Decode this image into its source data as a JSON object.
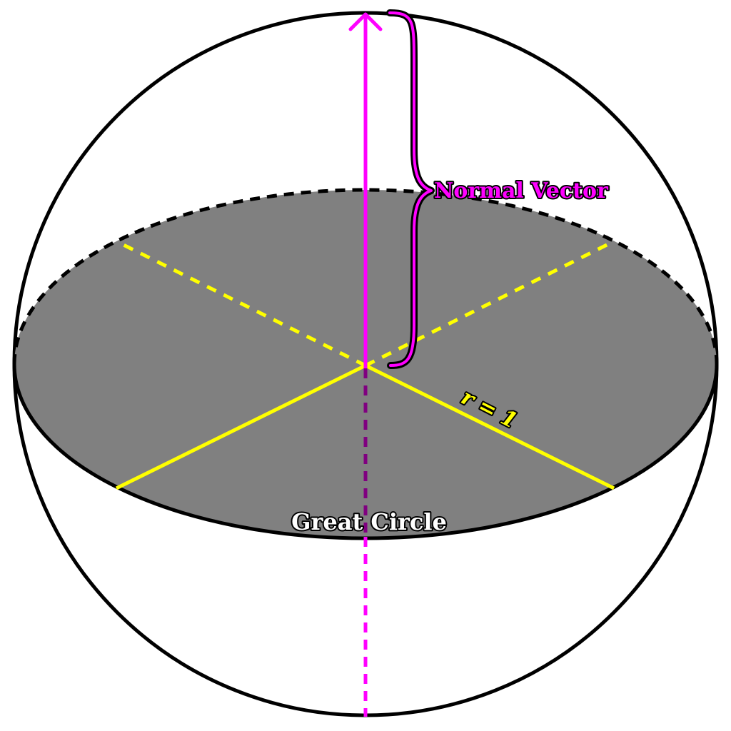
{
  "labels": {
    "normal_vector": "Normal Vector",
    "radius": "r = 1",
    "great_circle": "Great Circle"
  },
  "colors": {
    "sphere_outline": "#000000",
    "disk_fill": "#808080",
    "radius_lines": "#ffff00",
    "normal_vector": "#ff00ff",
    "normal_hidden_part": "#800080",
    "label_outline": "#000000"
  }
}
